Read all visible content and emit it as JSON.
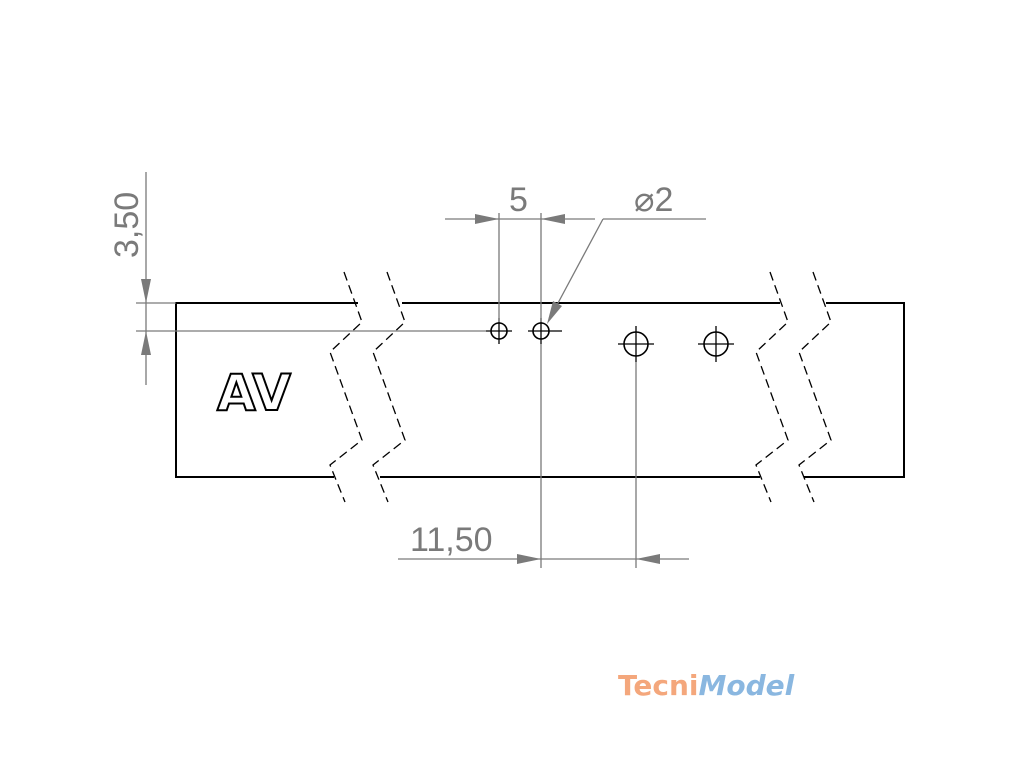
{
  "part": {
    "engraving": "AV"
  },
  "dimensions": {
    "vertical_offset": "3,50",
    "hole_spacing": "5",
    "hole_diameter": "⌀2",
    "horizontal_offset": "11,50"
  },
  "logo": {
    "part1": "Tecni",
    "part2": "Model",
    "color_tecni": "#f4a77c",
    "color_model": "#8ab7e0"
  }
}
